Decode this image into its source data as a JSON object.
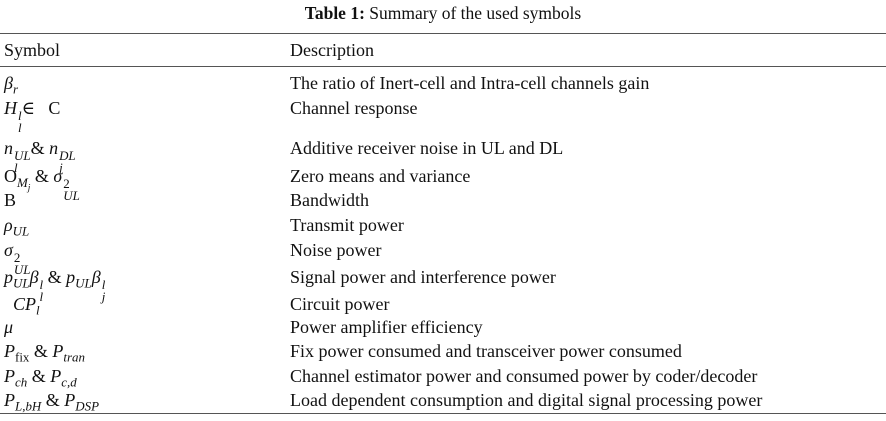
{
  "caption": {
    "label": "Table 1:",
    "text": "Summary of the used symbols"
  },
  "headers": {
    "symbol": "Symbol",
    "description": "Description"
  },
  "rows": [
    {
      "symbol_text": "βr",
      "description": "The ratio of Inert-cell and Intra-cell channels gain"
    },
    {
      "symbol_text": "Hll ∈ C",
      "description": "Channel response"
    },
    {
      "symbol_text": "nlUL& njDL",
      "description": "Additive receiver noise in UL and DL"
    },
    {
      "symbol_text": "OMj & σ2UL",
      "description": "Zero means and variance"
    },
    {
      "symbol_text": "B",
      "description": "Bandwidth"
    },
    {
      "symbol_text": "ρUL",
      "description": "Transmit power"
    },
    {
      "symbol_text": "σ2UL",
      "description": "Noise power"
    },
    {
      "symbol_text": "pULβll & pULβlj",
      "description": "Signal power and interference power"
    },
    {
      "symbol_text": "CPl",
      "description": "Circuit power"
    },
    {
      "symbol_text": "μ",
      "description": "Power amplifier efficiency"
    },
    {
      "symbol_text": "Pfix & Ptran",
      "description": "Fix power consumed and transceiver power consumed"
    },
    {
      "symbol_text": "Pch & Pc,d",
      "description": "Channel estimator power and consumed power by coder/decoder"
    },
    {
      "symbol_text": "PL,bH & PDSP",
      "description": "Load dependent consumption and digital signal processing power"
    }
  ]
}
